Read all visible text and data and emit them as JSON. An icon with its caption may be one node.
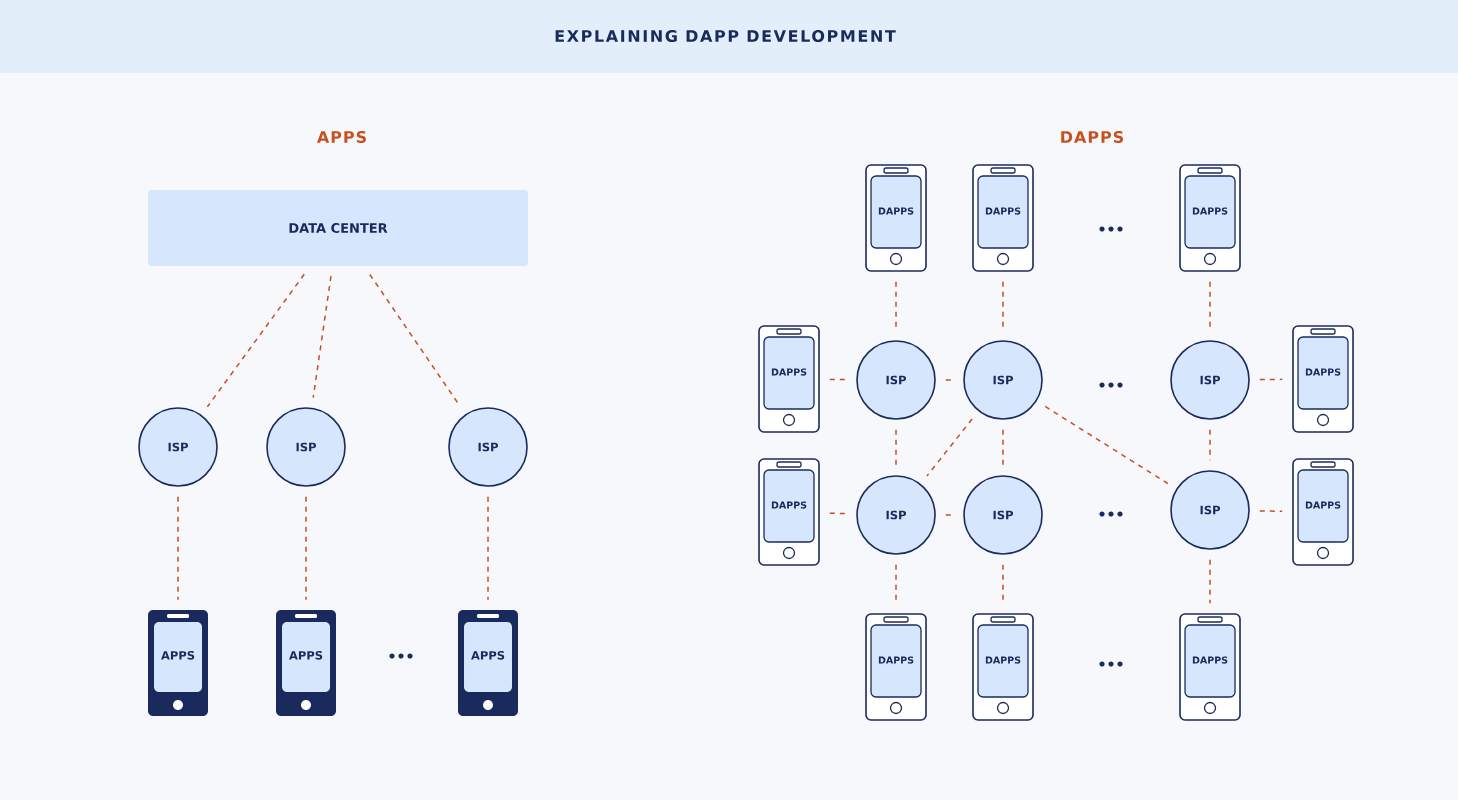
{
  "diagram": {
    "title": "EXPLAINING DAPP DEVELOPMENT",
    "nodes": [
      {
        "text": [
          "DATA CENTER"
        ]
      },
      {
        "text": [
          "ISP"
        ]
      },
      {
        "text": [
          "ISP"
        ]
      },
      {
        "text": [
          "ISP"
        ]
      },
      {
        "text": [
          "APPS"
        ]
      },
      {
        "text": [
          "APPS"
        ]
      },
      {
        "text": [
          "APPS"
        ]
      },
      {
        "text": [
          "DAPPS"
        ]
      },
      {
        "text": [
          "DAPPS"
        ]
      },
      {
        "text": [
          "DAPPS"
        ]
      },
      {
        "text": [
          "DAPPS"
        ]
      },
      {
        "text": [
          "ISP"
        ]
      },
      {
        "text": [
          "ISP"
        ]
      },
      {
        "text": [
          "ISP"
        ]
      },
      {
        "text": [
          "DAPPS"
        ]
      },
      {
        "text": [
          "DAPPS"
        ]
      },
      {
        "text": [
          "ISP"
        ]
      },
      {
        "text": [
          "ISP"
        ]
      },
      {
        "text": [
          "ISP"
        ]
      },
      {
        "text": [
          "DAPPS"
        ]
      },
      {
        "text": [
          "DAPPS"
        ]
      },
      {
        "text": [
          "DAPPS"
        ]
      },
      {
        "text": [
          "DAPPS"
        ]
      }
    ],
    "edges": [
      {
        "from": 0,
        "to": 1,
        "arrow": "none",
        "style": "dashed"
      },
      {
        "from": 0,
        "to": 2,
        "arrow": "none",
        "style": "dashed"
      },
      {
        "from": 0,
        "to": 3,
        "arrow": "none",
        "style": "dashed"
      },
      {
        "from": 1,
        "to": 4,
        "arrow": "none",
        "style": "dashed"
      },
      {
        "from": 2,
        "to": 5,
        "arrow": "none",
        "style": "dashed"
      },
      {
        "from": 3,
        "to": 6,
        "arrow": "none",
        "style": "dashed"
      },
      {
        "from": 7,
        "to": 11,
        "arrow": "none",
        "style": "dashed"
      },
      {
        "from": 8,
        "to": 12,
        "arrow": "none",
        "style": "dashed"
      },
      {
        "from": 9,
        "to": 13,
        "arrow": "none",
        "style": "dashed"
      },
      {
        "from": 10,
        "to": 11,
        "arrow": "none",
        "style": "dashed"
      },
      {
        "from": 11,
        "to": 12,
        "arrow": "none",
        "style": "dashed"
      },
      {
        "from": 13,
        "to": 14,
        "arrow": "none",
        "style": "dashed"
      },
      {
        "from": 11,
        "to": 16,
        "arrow": "none",
        "style": "dashed"
      },
      {
        "from": 12,
        "to": 17,
        "arrow": "none",
        "style": "dashed"
      },
      {
        "from": 13,
        "to": 18,
        "arrow": "none",
        "style": "dashed"
      },
      {
        "from": 12,
        "to": 16,
        "arrow": "none",
        "style": "dashed"
      },
      {
        "from": 12,
        "to": 18,
        "arrow": "none",
        "style": "dashed"
      },
      {
        "from": 15,
        "to": 16,
        "arrow": "none",
        "style": "dashed"
      },
      {
        "from": 16,
        "to": 17,
        "arrow": "none",
        "style": "dashed"
      },
      {
        "from": 18,
        "to": 19,
        "arrow": "none",
        "style": "dashed"
      },
      {
        "from": 16,
        "to": 20,
        "arrow": "none",
        "style": "dashed"
      },
      {
        "from": 17,
        "to": 21,
        "arrow": "none",
        "style": "dashed"
      },
      {
        "from": 18,
        "to": 22,
        "arrow": "none",
        "style": "dashed"
      }
    ],
    "labels": [
      "APPS",
      "DAPPS"
    ]
  }
}
